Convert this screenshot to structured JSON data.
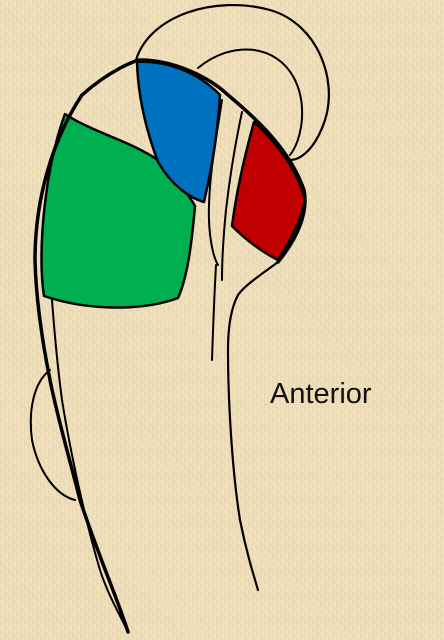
{
  "labels": {
    "orientation": "Anterior"
  },
  "colors": {
    "background": "#efe0bb",
    "outline": "#000000",
    "region_green": "#00b050",
    "region_blue": "#0070c0",
    "region_red": "#c00000"
  },
  "icons": [
    "humerus-outline",
    "green-region",
    "blue-region",
    "red-region"
  ]
}
